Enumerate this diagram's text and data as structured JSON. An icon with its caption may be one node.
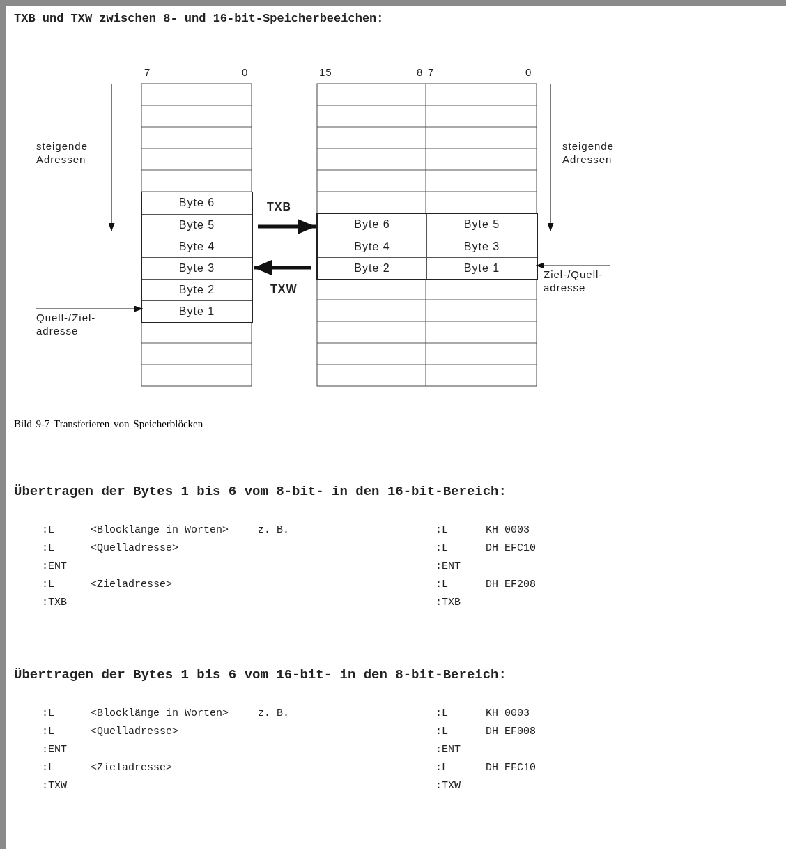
{
  "diagram": {
    "title": "TXB und TXW zwischen 8- und 16-bit-Speicherbeeichen:",
    "caption": "Bild 9-7 Transferieren von Speicherblöcken",
    "nodes": [
      {
        "text": [],
        "shape": "box"
      },
      {
        "text": [
          "Byte 6"
        ],
        "in": 0
      },
      {
        "text": [
          "Byte 5"
        ],
        "in": 0
      },
      {
        "text": [
          "Byte 4"
        ],
        "in": 0
      },
      {
        "text": [
          "Byte 3"
        ],
        "in": 0
      },
      {
        "text": [
          "Byte 2"
        ],
        "in": 0
      },
      {
        "text": [
          "Byte 1"
        ],
        "in": 0
      },
      {
        "text": [],
        "shape": "box"
      },
      {
        "text": [
          "Byte 6"
        ],
        "in": 7
      },
      {
        "text": [
          "Byte 5"
        ],
        "in": 7
      },
      {
        "text": [
          "Byte 4"
        ],
        "in": 7
      },
      {
        "text": [
          "Byte 3"
        ],
        "in": 7
      },
      {
        "text": [
          "Byte 2"
        ],
        "in": 7
      },
      {
        "text": [
          "Byte 1"
        ],
        "in": 7
      },
      {
        "text": [
          "Quell-/Ziel-adresse"
        ]
      },
      {
        "text": [
          "Ziel-/Quell-adresse"
        ]
      }
    ],
    "edges": [
      {
        "from": 0,
        "to": 7,
        "arrow": "to",
        "label": "TXB",
        "style": "thick"
      },
      {
        "from": 7,
        "to": 0,
        "arrow": "to",
        "label": "TXW",
        "style": "thick"
      },
      {
        "from": 14,
        "to": 6,
        "arrow": "to"
      },
      {
        "from": 15,
        "to": 13,
        "arrow": "to"
      }
    ],
    "labels": [
      "7",
      "0",
      "15",
      "8",
      "7",
      "0",
      "steigende Adressen",
      "steigende Adressen",
      "Übertragen der Bytes 1 bis 6 vom 8-bit- in den 16-bit-Bereich:",
      ":L",
      "<Blocklänge in Worten>",
      "z. B.",
      ":L",
      "KH 0003",
      ":L",
      "<Quelladresse>",
      ":L",
      "DH EFC10",
      ":ENT",
      ":ENT",
      ":L",
      "<Zieladresse>",
      ":L",
      "DH EF208",
      ":TXB",
      ":TXB",
      "Übertragen der Bytes 1 bis 6 vom 16-bit- in den 8-bit-Bereich:",
      ":L",
      "<Blocklänge in Worten>",
      "z. B.",
      ":L",
      "KH 0003",
      ":L",
      "<Quelladresse>",
      ":L",
      "DH EF008",
      ":ENT",
      ":ENT",
      ":L",
      "<Zieladresse>",
      ":L",
      "DH EFC10",
      ":TXW",
      ":TXW"
    ]
  }
}
